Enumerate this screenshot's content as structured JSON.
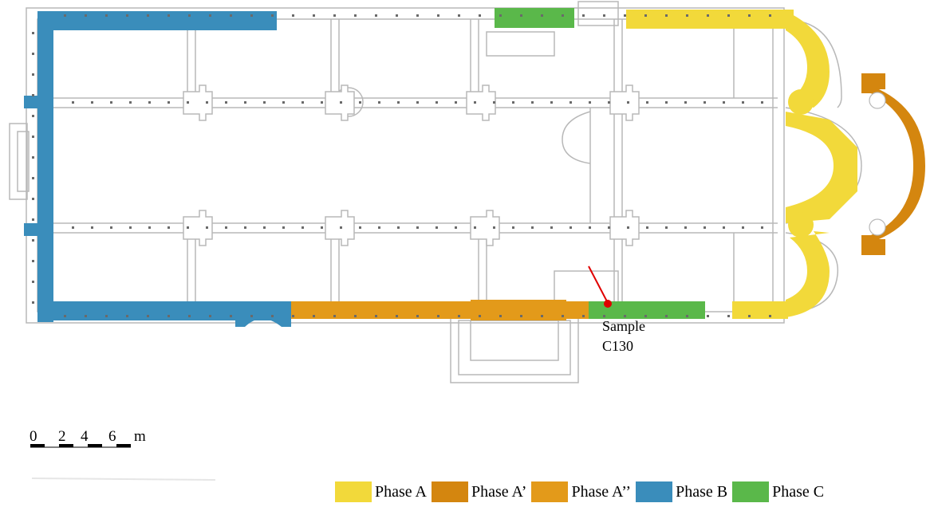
{
  "diagram": {
    "sample_label_line1": "Sample",
    "sample_label_line2": "C130",
    "scale": {
      "labels": [
        "0",
        "2",
        "4",
        "6"
      ],
      "unit": "m"
    },
    "legend": [
      {
        "label": "Phase A",
        "color": "#f2d93a"
      },
      {
        "label": "Phase A’",
        "color": "#d4860f"
      },
      {
        "label": "Phase A’’",
        "color": "#e39a1a"
      },
      {
        "label": "Phase B",
        "color": "#3a8dbb"
      },
      {
        "label": "Phase C",
        "color": "#5ab84a"
      }
    ],
    "colors": {
      "outline": "#b8b8b8",
      "sample_marker": "#e00000"
    }
  }
}
